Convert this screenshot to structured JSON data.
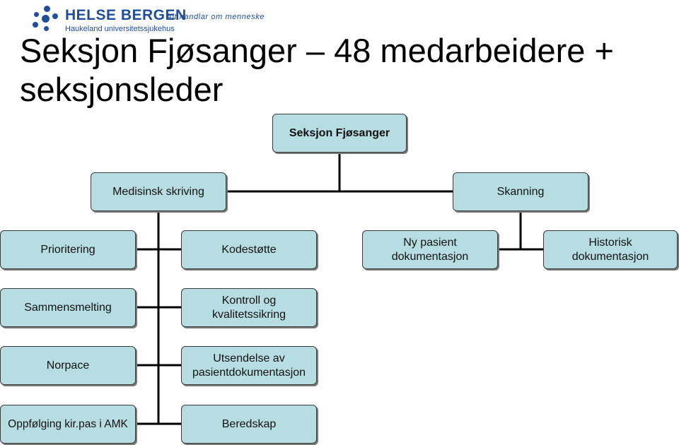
{
  "logo": {
    "name": "HELSE BERGEN",
    "subtitle": "Haukeland universitetssjukehus",
    "slogan": "- Alt handlar om menneske",
    "colors": {
      "brand": "#1f4e9c"
    }
  },
  "title": "Seksjon Fjøsanger – 48 medarbeidere + seksjonsleder",
  "colors": {
    "box_fill": "#b6dde2",
    "box_border": "#3a3a3a",
    "connector": "#000000"
  },
  "org": {
    "root": "Seksjon Fjøsanger",
    "medisinsk_skriving": "Medisinsk skriving",
    "skanning": "Skanning",
    "prioritering": "Prioritering",
    "kodestotte": "Kodestøtte",
    "ny_pasient": "Ny pasient\ndokumentasjon",
    "historisk": "Historisk\ndokumentasjon",
    "sammensmelting": "Sammensmelting",
    "kontroll": "Kontroll og\nkvalitetssikring",
    "norpace": "Norpace",
    "utsendelse": "Utsendelse av\npasientdokumentasjon",
    "oppfolging": "Oppfølging kir.pas i AMK",
    "beredskap": "Beredskap"
  }
}
